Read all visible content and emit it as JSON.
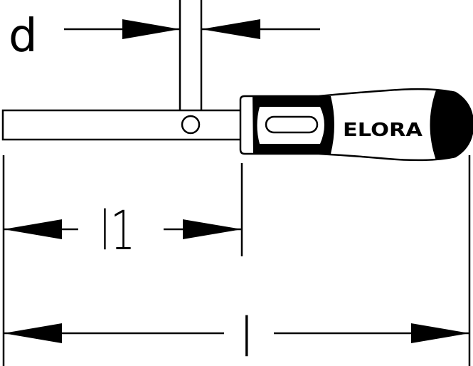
{
  "labels": {
    "d": "d",
    "l1": "l1",
    "l": "l",
    "brand": "ELORA"
  },
  "colors": {
    "ink": "#000000",
    "paper": "#ffffff"
  }
}
